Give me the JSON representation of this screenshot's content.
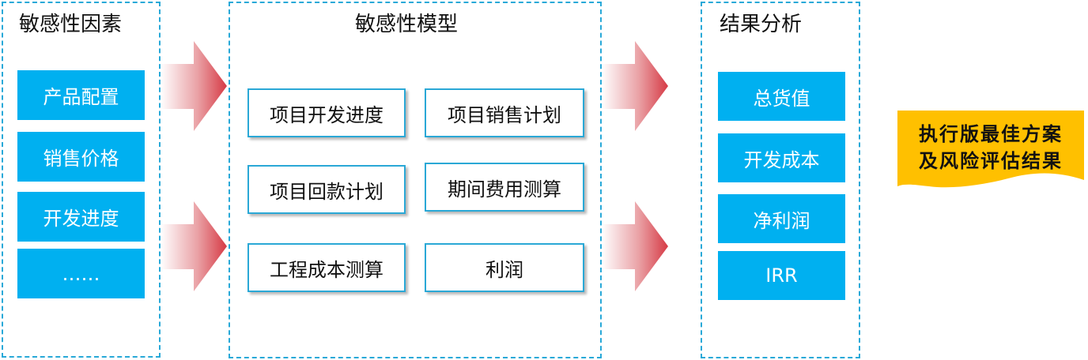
{
  "factors_panel": {
    "title": "敏感性因素",
    "items": [
      "产品配置",
      "销售价格",
      "开发进度",
      "……"
    ]
  },
  "model_panel": {
    "title": "敏感性模型",
    "items": [
      "项目开发进度",
      "项目销售计划",
      "项目回款计划",
      "期间费用测算",
      "工程成本测算",
      "利润"
    ]
  },
  "results_panel": {
    "title": "结果分析",
    "items": [
      "总货值",
      "开发成本",
      "净利润",
      "IRR"
    ]
  },
  "output_note": {
    "line1": "执行版最佳方案",
    "line2": "及风险评估结果"
  },
  "colors": {
    "panel_border": "#29a9d8",
    "box_fill": "#00b0f0",
    "arrow_start": "#ffffff",
    "arrow_end": "#d63a45",
    "note_fill": "#ffc000"
  }
}
